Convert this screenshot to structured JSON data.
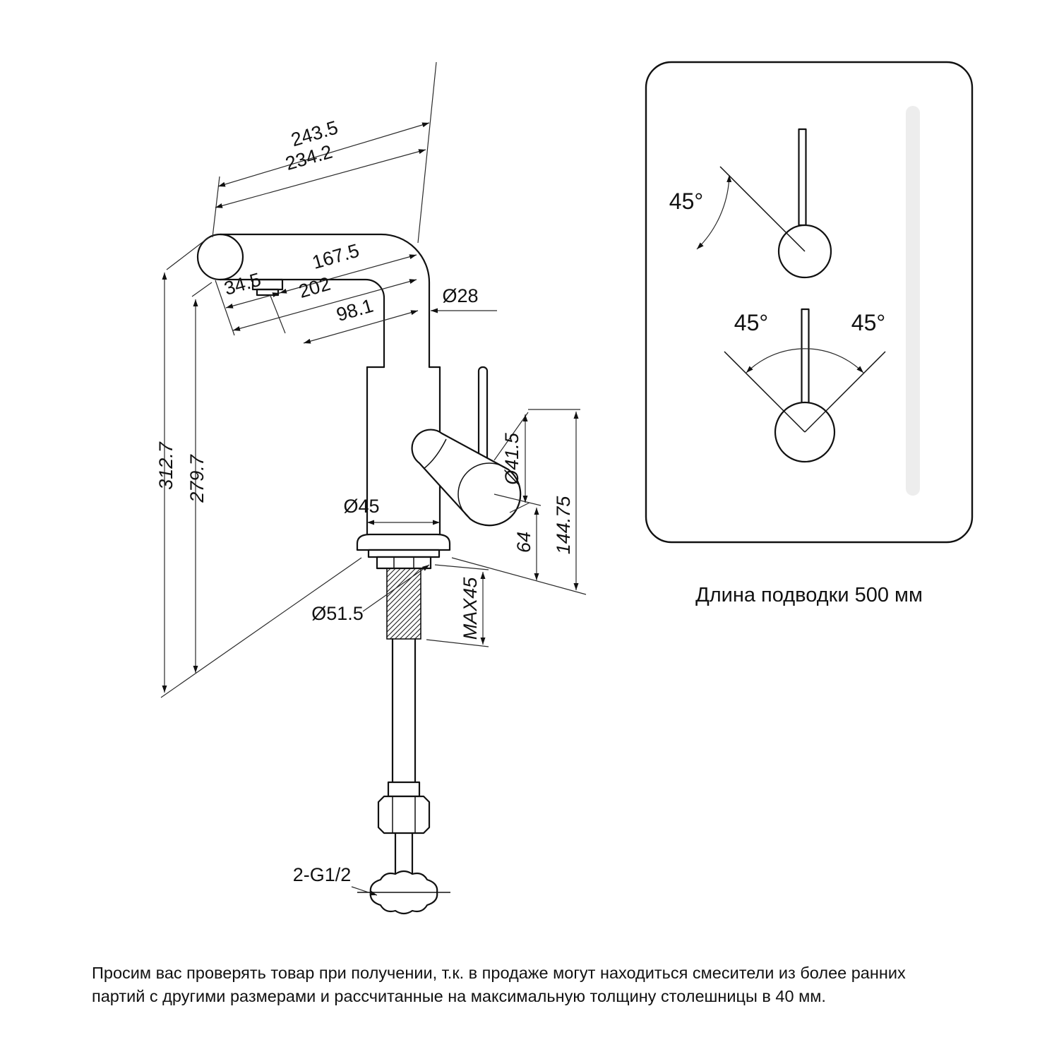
{
  "dims": {
    "total_length": "243.5",
    "spout_length": "234.2",
    "aerator_offset": "34.5",
    "spout_reach_inner": "167.5",
    "spout_reach": "202",
    "spout_tube_diameter": "Ø28",
    "reach_to_axis": "98.1",
    "total_height": "312.7",
    "spout_height": "279.7",
    "body_diameter": "Ø45",
    "handle_diameter": "Ø41.5",
    "handle_offset": "64",
    "handle_height": "144.75",
    "max_counter_thickness": "MAX45",
    "hole_diameter": "Ø51.5",
    "thread_size": "2-G1/2"
  },
  "panel": {
    "top_angle": "45°",
    "left_angle": "45°",
    "right_angle": "45°",
    "caption": "Длина подводки 500 мм"
  },
  "footer": {
    "line1": "Просим вас проверять товар при получении, т.к. в продаже могут находиться смесители из более ранних",
    "line2": "партий с другими размерами и рассчитанные на максимальную толщину столешницы в 40 мм."
  },
  "style": {
    "line_color": "#111111",
    "dim_color": "#2a2a2a",
    "panel_bar_color": "#ededed"
  }
}
